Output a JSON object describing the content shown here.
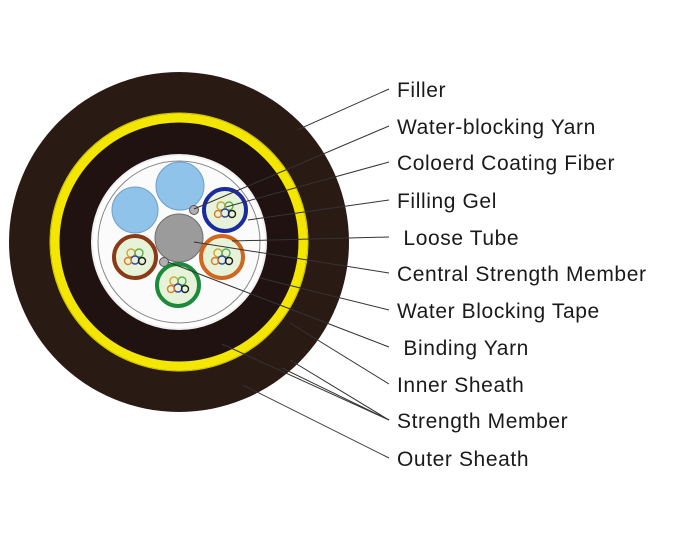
{
  "diagram": {
    "labels": [
      "Filler",
      "Water-blocking Yarn",
      "Coloerd Coating Fiber",
      "Filling Gel",
      " Loose Tube",
      "Central Strength Member",
      "Water Blocking Tape",
      " Binding Yarn",
      "Inner Sheath",
      "Strength Member",
      "Outer Sheath"
    ]
  },
  "colors": {
    "outer_sheath": "#2a1a14",
    "strength_member_ring": "#f3e600",
    "inner_sheath": "#1f1210",
    "filler": "#8fc3ea",
    "filling_gel": "#e3e3e3",
    "central_strength_member": "#9b9b9b",
    "loose_tube_blue": "#1c2aa0",
    "loose_tube_brown": "#8a3a17",
    "loose_tube_orange": "#d0661f",
    "loose_tube_green": "#1a8a3b",
    "tube_gel": "#e6f3d9",
    "leader_line": "#333333"
  }
}
